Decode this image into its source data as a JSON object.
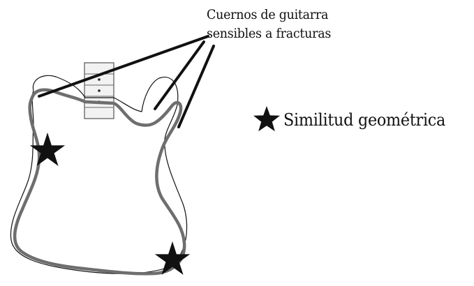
{
  "diagram": {
    "callout": {
      "line1": "Cuernos de guitarra",
      "line2": "sensibles a fracturas"
    },
    "legend": {
      "label": "Similitud geométrica",
      "icon": "star-icon"
    },
    "colors": {
      "reference_outline": "#111111",
      "measured_outline": "#6e6e6e",
      "neck_fill": "#f2f2f2",
      "ink": "#111111"
    }
  }
}
